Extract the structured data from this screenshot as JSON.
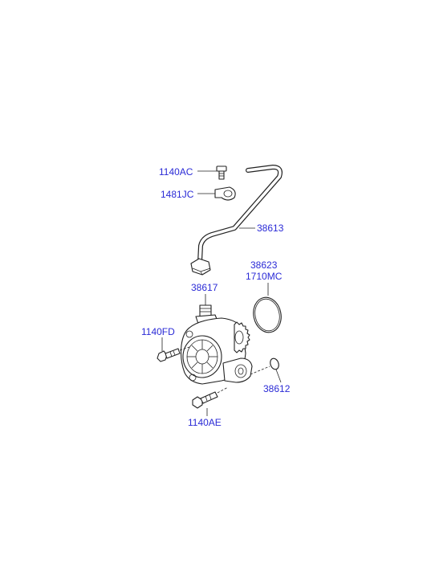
{
  "labels": {
    "bolt_top": "1140AC",
    "clip": "1481JC",
    "tube": "38613",
    "oring_a": "38623",
    "oring_b": "1710MC",
    "fitting": "38617",
    "bolt_left": "1140FD",
    "seal": "38612",
    "bolt_bottom": "1140AE"
  }
}
